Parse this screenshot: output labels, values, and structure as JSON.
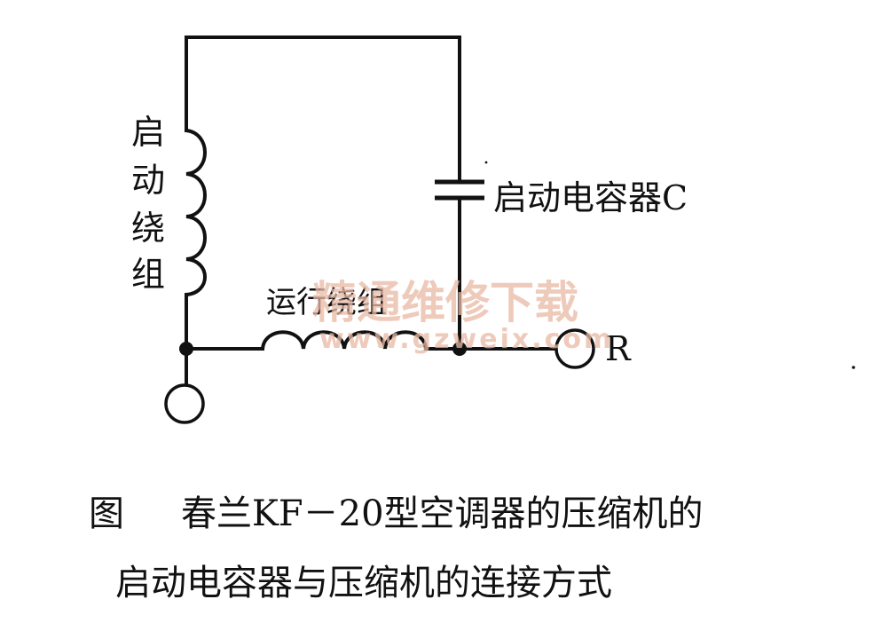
{
  "diagram": {
    "start_winding_label": "启动绕组",
    "run_winding_label": "运行绕组",
    "capacitor_label": "启动电容器C",
    "terminal_r_label": "R"
  },
  "watermark": {
    "site_name": "精通维修下载",
    "url": "www.gzweix.com"
  },
  "caption": {
    "figure_label": "图",
    "line1": "春兰KF－20型空调器的压缩机的",
    "line2": "启动电容器与压缩机的连接方式"
  }
}
